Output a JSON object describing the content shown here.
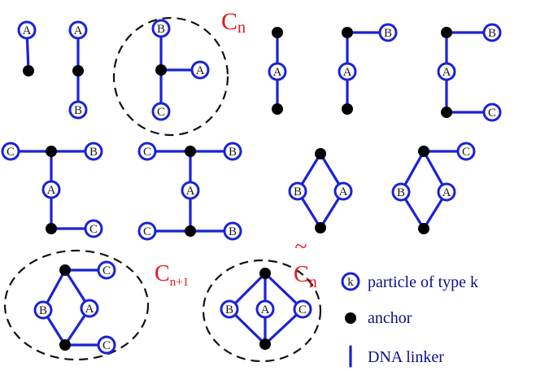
{
  "labels": {
    "C_n": {
      "base": "C",
      "sub": "n"
    },
    "C_n_plus_1": {
      "base": "C",
      "sub": "n+1"
    },
    "C_n_tilde": {
      "base": "C",
      "sub": "n",
      "accent": "~"
    }
  },
  "legend": {
    "particle_symbol": "k",
    "particle_text": "particle of type k",
    "anchor_text": "anchor",
    "linker_text": "DNA linker"
  },
  "colors": {
    "linker": "#1a22d6",
    "anchor": "#000000",
    "cluster_label": "#e8161c",
    "legend_text": "#0d0f8a",
    "outline": "#111111"
  },
  "structures": [
    {
      "id": "s1",
      "particles": [
        "A"
      ],
      "anchors": 1
    },
    {
      "id": "s2",
      "particles": [
        "A",
        "B"
      ],
      "anchors": 1
    },
    {
      "id": "s3",
      "particles": [
        "B",
        "A",
        "C"
      ],
      "anchors": 1
    },
    {
      "id": "s4",
      "particles": [
        "A"
      ],
      "anchors": 2
    },
    {
      "id": "s5",
      "particles": [
        "B",
        "A"
      ],
      "anchors": 2
    },
    {
      "id": "s6",
      "particles": [
        "B",
        "A",
        "C"
      ],
      "anchors": 2
    },
    {
      "id": "s7",
      "particles": [
        "C",
        "B",
        "A",
        "C"
      ],
      "anchors": 2
    },
    {
      "id": "s8",
      "particles": [
        "C",
        "B",
        "A",
        "C",
        "B"
      ],
      "anchors": 2
    },
    {
      "id": "s9",
      "particles": [
        "B",
        "A"
      ],
      "anchors": 2
    },
    {
      "id": "s10",
      "particles": [
        "C",
        "B",
        "A"
      ],
      "anchors": 2
    },
    {
      "id": "s11",
      "particles": [
        "C",
        "B",
        "A",
        "C"
      ],
      "anchors": 2
    },
    {
      "id": "s12",
      "particles": [
        "B",
        "A",
        "C"
      ],
      "anchors": 2
    }
  ]
}
